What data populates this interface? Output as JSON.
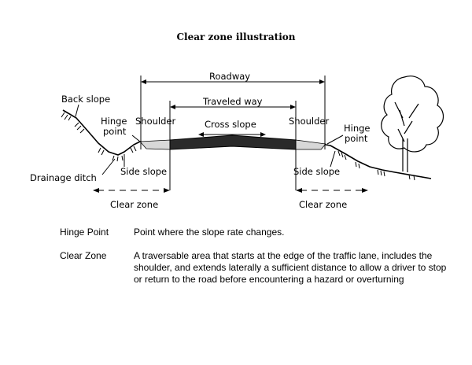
{
  "title": "Clear zone illustration",
  "labels": {
    "roadway": "Roadway",
    "traveled_way": "Traveled way",
    "back_slope": "Back slope",
    "hinge_point_left_1": "Hinge",
    "hinge_point_left_2": "point",
    "shoulder_left": "Shoulder",
    "cross_slope": "Cross slope",
    "shoulder_right": "Shoulder",
    "hinge_point_right_1": "Hinge",
    "hinge_point_right_2": "point",
    "side_slope_left": "Side slope",
    "side_slope_right": "Side slope",
    "drainage_ditch": "Drainage ditch",
    "clear_zone_left": "Clear zone",
    "clear_zone_right": "Clear zone"
  },
  "definitions": [
    {
      "term": "Hinge Point",
      "description": "Point where the slope rate changes."
    },
    {
      "term": "Clear Zone",
      "description": "A traversable area that starts at the edge of the traffic lane, includes the shoulder, and extends laterally a sufficient distance to allow a driver to stop or return to the road before encountering a hazard or overturning"
    }
  ]
}
